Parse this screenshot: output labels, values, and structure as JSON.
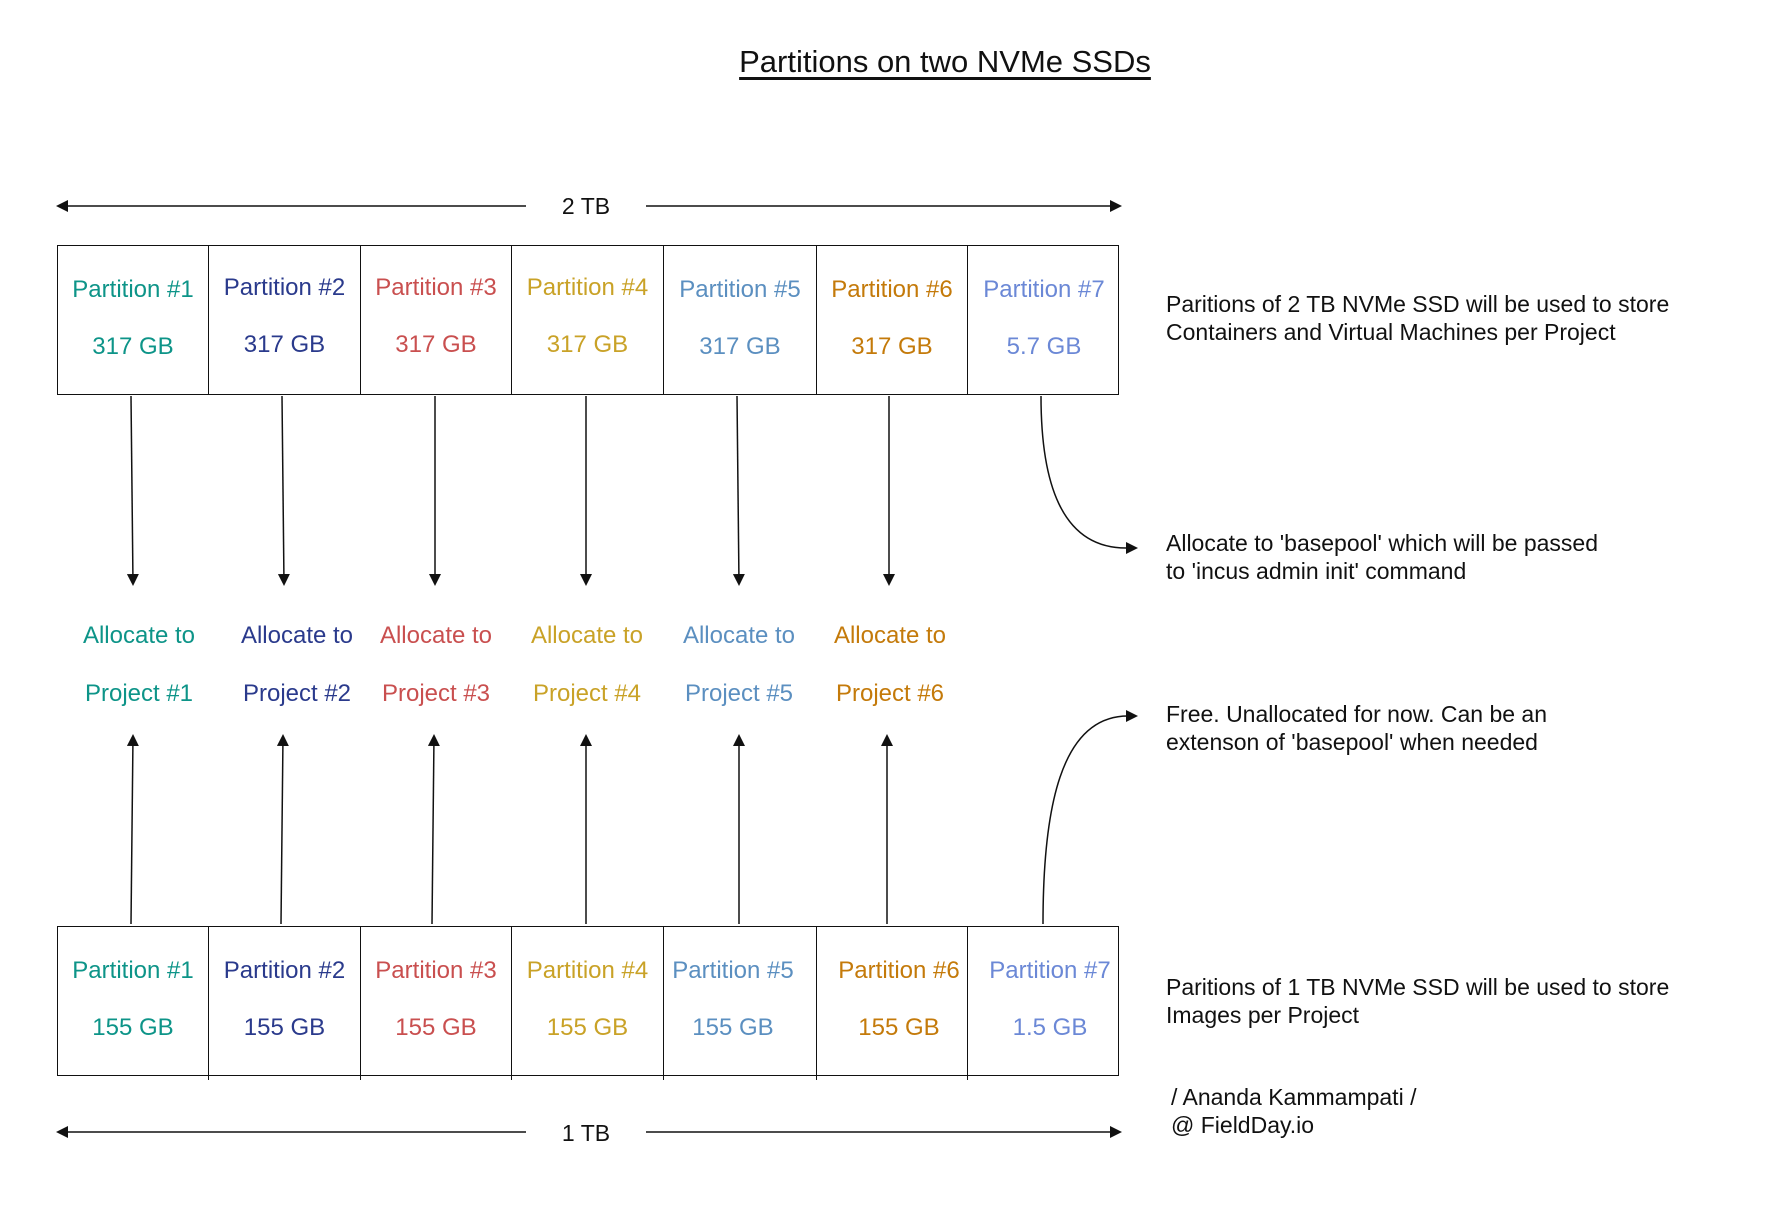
{
  "title": "Partitions on two NVMe SSDs ",
  "top_span_label": "2 TB",
  "bottom_span_label": "1 TB",
  "colors": {
    "p1": "#0d9488",
    "p2": "#2a3a8c",
    "p3": "#c94f4f",
    "p4": "#c9a227",
    "p5": "#5b8fc0",
    "p6": "#c47a0a",
    "p7": "#6b88d6"
  },
  "top_partitions": [
    {
      "label": "Partition #1",
      "size": "317 GB"
    },
    {
      "label": "Partition #2",
      "size": "317 GB"
    },
    {
      "label": "Partition #3",
      "size": "317 GB"
    },
    {
      "label": "Partition #4",
      "size": "317 GB"
    },
    {
      "label": "Partition #5",
      "size": "317 GB"
    },
    {
      "label": "Partition #6",
      "size": "317 GB"
    },
    {
      "label": "Partition #7",
      "size": "5.7 GB"
    }
  ],
  "bottom_partitions": [
    {
      "label": "Partition #1",
      "size": "155 GB"
    },
    {
      "label": "Partition #2",
      "size": "155 GB"
    },
    {
      "label": "Partition #3",
      "size": "155 GB"
    },
    {
      "label": "Partition #4",
      "size": "155 GB"
    },
    {
      "label": "Partition #5",
      "size": "155 GB"
    },
    {
      "label": "Partition #6",
      "size": "155 GB"
    },
    {
      "label": "Partition #7",
      "size": "1.5 GB"
    }
  ],
  "allocations": [
    {
      "line1": "Allocate to",
      "line2": "Project  #1"
    },
    {
      "line1": "Allocate to",
      "line2": "Project  #2"
    },
    {
      "line1": "Allocate to",
      "line2": "Project  #3"
    },
    {
      "line1": "Allocate to",
      "line2": "Project  #4"
    },
    {
      "line1": "Allocate to",
      "line2": "Project  #5"
    },
    {
      "line1": "Allocate to",
      "line2": "Project  #6"
    }
  ],
  "notes": {
    "top_ssd": "Paritions of 2 TB NVMe SSD will be used to store Containers and Virtual Machines per Project",
    "basepool": "Allocate to 'basepool' which will be passed to 'incus admin init' command",
    "free": "Free. Unallocated for now. Can be an extenson of 'basepool' when needed",
    "bottom_ssd": "Paritions of 1 TB NVMe SSD will be used to store Images per Project"
  },
  "credit": {
    "line1": "/ Ananda Kammampati /",
    "line2": "@ FieldDay.io"
  }
}
